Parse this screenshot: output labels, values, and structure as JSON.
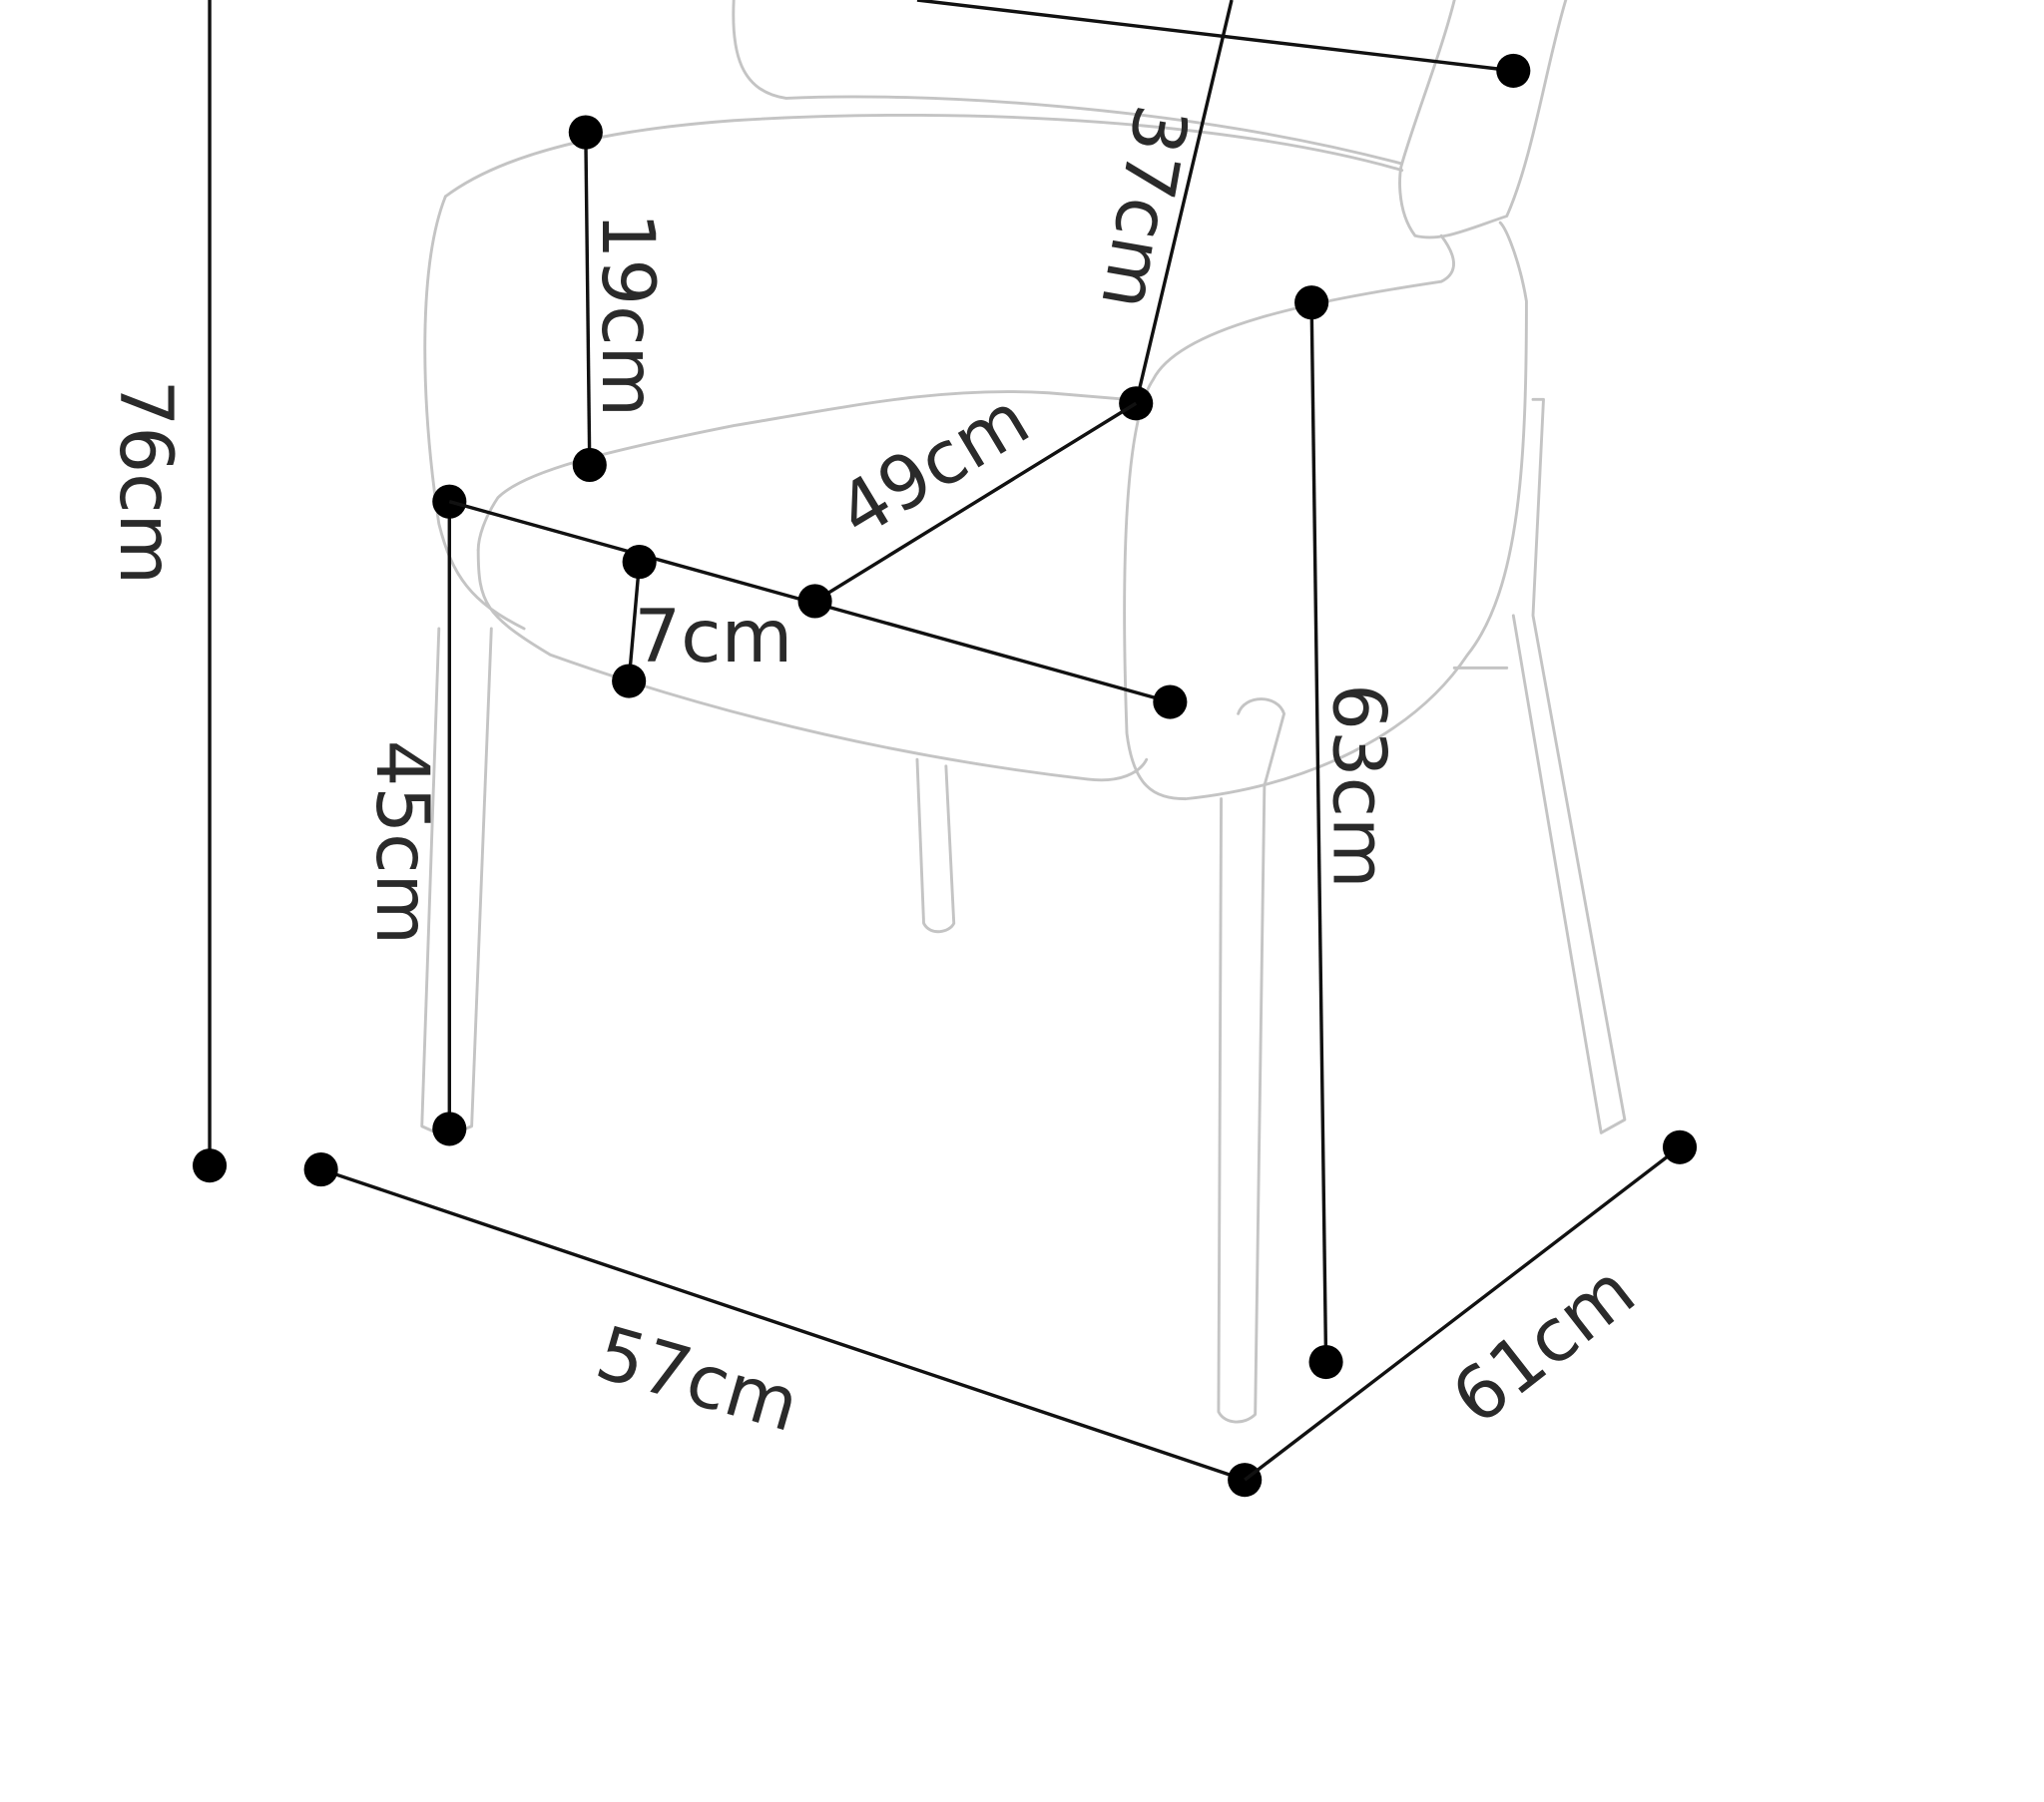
{
  "dimensions": {
    "total_height": "76cm",
    "width": "57cm",
    "depth": "61cm",
    "arm_height": "63cm",
    "seat_height": "45cm",
    "arm_rest_height": "19cm",
    "backrest_height": "37cm",
    "seat_depth": "49cm",
    "seat_thickness": "7cm"
  },
  "colors": {
    "outline": "#c4c4c4",
    "dimension": "#111111"
  }
}
